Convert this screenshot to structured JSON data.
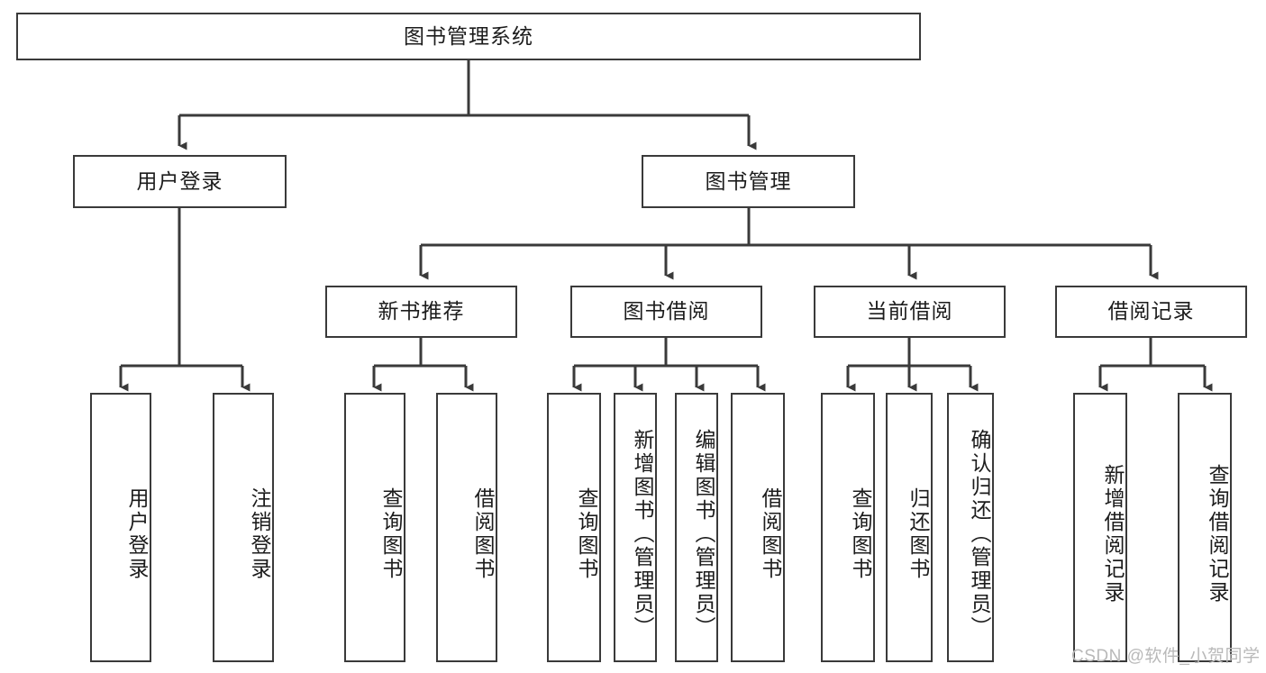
{
  "diagram": {
    "type": "tree-hierarchy",
    "background_color": "#ffffff",
    "line_color": "#3a3a3a",
    "text_color": "#1c1c1c",
    "root": {
      "label": "图书管理系统"
    },
    "level2": [
      {
        "label": "用户登录"
      },
      {
        "label": "图书管理"
      }
    ],
    "level3": [
      {
        "label": "新书推荐"
      },
      {
        "label": "图书借阅"
      },
      {
        "label": "当前借阅"
      },
      {
        "label": "借阅记录"
      }
    ],
    "leaves": {
      "user_login": [
        {
          "label": "用户登录"
        },
        {
          "label": "注销登录"
        }
      ],
      "new_book_recommend": [
        {
          "label": "查询图书"
        },
        {
          "label": "借阅图书"
        }
      ],
      "book_borrow": [
        {
          "label": "查询图书"
        },
        {
          "label": "新增图书（管理员）"
        },
        {
          "label": "编辑图书（管理员）"
        },
        {
          "label": "借阅图书"
        }
      ],
      "current_borrow": [
        {
          "label": "查询图书"
        },
        {
          "label": "归还图书"
        },
        {
          "label": "确认归还（管理员）"
        }
      ],
      "borrow_records": [
        {
          "label": "新增借阅记录"
        },
        {
          "label": "查询借阅记录"
        }
      ]
    }
  },
  "watermark": {
    "text": "CSDN @软件_小贺同学"
  }
}
